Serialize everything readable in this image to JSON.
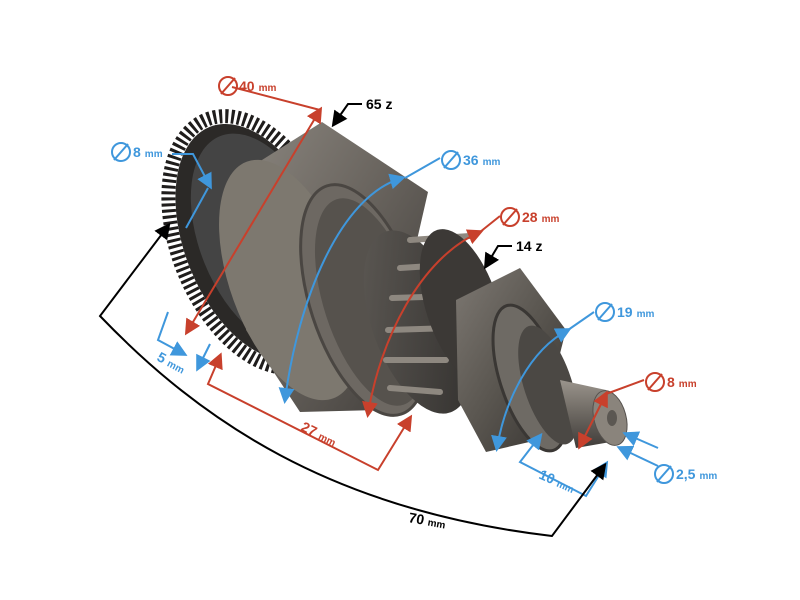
{
  "colors": {
    "red": "#c8402c",
    "blue": "#3f97dc",
    "black": "#000000",
    "metal_dark": "#4a4a4a",
    "metal_mid": "#7b7670",
    "metal_light": "#a8a39c"
  },
  "annotations": {
    "gear_diameter": {
      "value": "40",
      "unit": "mm",
      "color": "red"
    },
    "gear_teeth": {
      "value": "65 z",
      "color": "black"
    },
    "left_shaft_diameter": {
      "value": "8",
      "unit": "mm",
      "color": "blue"
    },
    "housing_diameter": {
      "value": "36",
      "unit": "mm",
      "color": "blue"
    },
    "pinion_diameter": {
      "value": "28",
      "unit": "mm",
      "color": "red"
    },
    "pinion_teeth": {
      "value": "14 z",
      "color": "black"
    },
    "collar_diameter": {
      "value": "19",
      "unit": "mm",
      "color": "blue"
    },
    "right_shaft_diameter": {
      "value": "8",
      "unit": "mm",
      "color": "red"
    },
    "tip_diameter": {
      "value": "2,5",
      "unit": "mm",
      "color": "blue"
    },
    "gear_width": {
      "value": "5",
      "unit": "mm",
      "color": "blue"
    },
    "length_27": {
      "value": "27",
      "unit": "mm",
      "color": "red"
    },
    "length_10": {
      "value": "10",
      "unit": "mm",
      "color": "blue"
    },
    "total_length": {
      "value": "70",
      "unit": "mm",
      "color": "black"
    }
  }
}
